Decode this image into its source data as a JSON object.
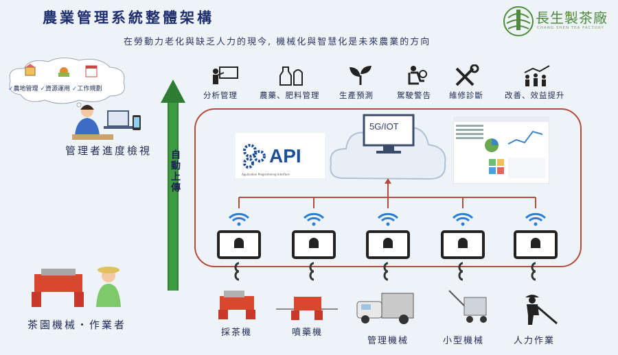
{
  "header": {
    "title": "農業管理系統整體架構",
    "subtitle": "在勞動力老化與缺乏人力的現今, 機械化與智慧化是未來農業的方向"
  },
  "logo": {
    "name": "長生製茶廠",
    "sub": "CHANG SHEN TEA FACTORY"
  },
  "manager": {
    "tasks": [
      "農地管理",
      "資源運用",
      "工作規劃"
    ],
    "label": "管理者進度檢視"
  },
  "upload": {
    "label": "自動上傳"
  },
  "functions": [
    {
      "label": "分析管理",
      "icon": "presentation-icon"
    },
    {
      "label": "農藥、肥料管理",
      "icon": "fertilizer-icon"
    },
    {
      "label": "生產預測",
      "icon": "sprout-icon"
    },
    {
      "label": "駕駛警告",
      "icon": "driver-icon"
    },
    {
      "label": "維修診斷",
      "icon": "tools-icon"
    },
    {
      "label": "改善、效益提升",
      "icon": "growth-icon"
    }
  ],
  "cloud": {
    "screen": "5G/IOT"
  },
  "api": {
    "label": "API",
    "sub": "Application Programming Interface"
  },
  "devices": [
    "tablet-1",
    "tablet-2",
    "tablet-3",
    "tablet-4",
    "tablet-5"
  ],
  "machines": [
    {
      "label": "採茶機"
    },
    {
      "label": "噴藥機"
    },
    {
      "label": "管理機械"
    },
    {
      "label": "小型機械"
    },
    {
      "label": "人力作業"
    }
  ],
  "operators": {
    "label": "茶園機械・作業者"
  },
  "colors": {
    "accent_red": "#b44a3e",
    "arrow_green": "#2f7d32",
    "wifi_blue": "#2a7fd4",
    "text_navy": "#1f2a55",
    "logo_green": "#4e8a3c"
  }
}
